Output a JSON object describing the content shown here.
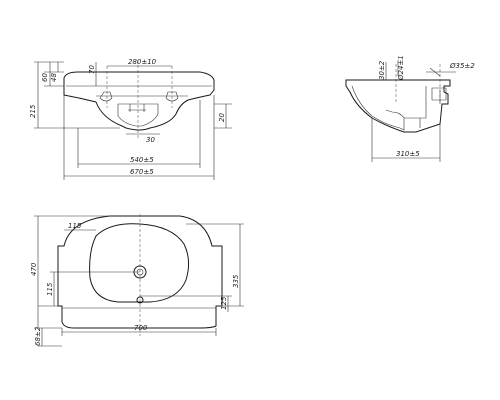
{
  "front_view": {
    "width_top": "670±5",
    "width_mid": "540±5",
    "hole_spacing": "280±10",
    "height_total": "215",
    "rim_upper": "60",
    "rim_lower": "48",
    "rim_inner": "70",
    "drain_offset": "30",
    "drain_depth": "20"
  },
  "side_view": {
    "depth": "310±5",
    "diameter_small": "Ø24±1",
    "diameter_large": "Ø35±2",
    "height_label": "30±2"
  },
  "top_view": {
    "width": "700",
    "depth": "470",
    "inner_depth": "335",
    "corner_offset": "115",
    "drain_to_front": "115",
    "drain_side": "125",
    "front_ledge": "68±2"
  }
}
